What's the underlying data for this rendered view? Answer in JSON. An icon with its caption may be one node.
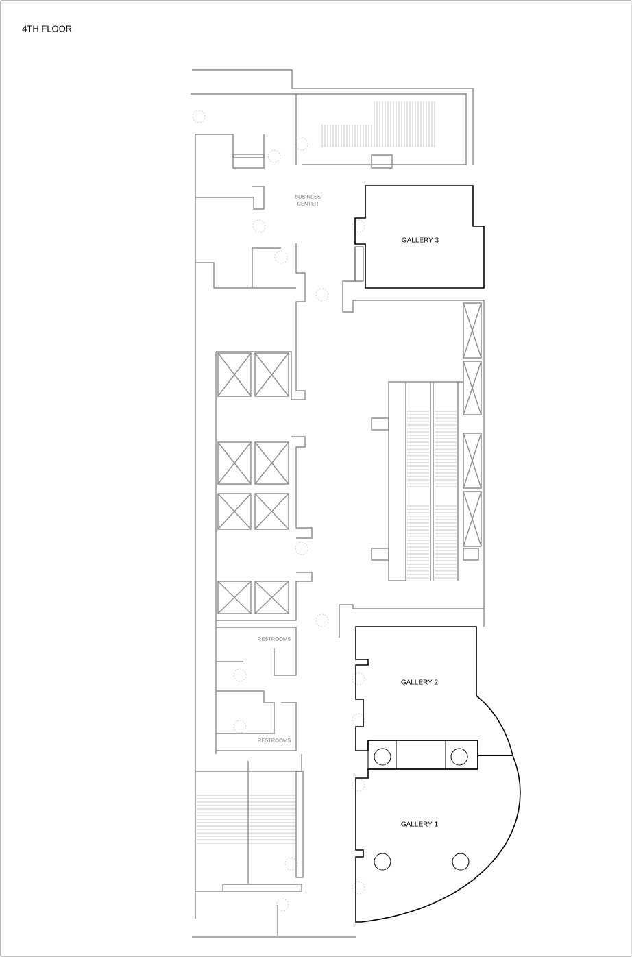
{
  "diagram": {
    "title": "4TH FLOOR",
    "nodes": [
      {
        "text": [
          "GALLERY 3"
        ]
      },
      {
        "text": [
          "GALLERY 2"
        ]
      },
      {
        "text": [
          "GALLERY 1"
        ]
      }
    ],
    "labels": [
      "BUSINESS CENTER",
      "RESTROOMS",
      "RESTROOMS"
    ]
  }
}
